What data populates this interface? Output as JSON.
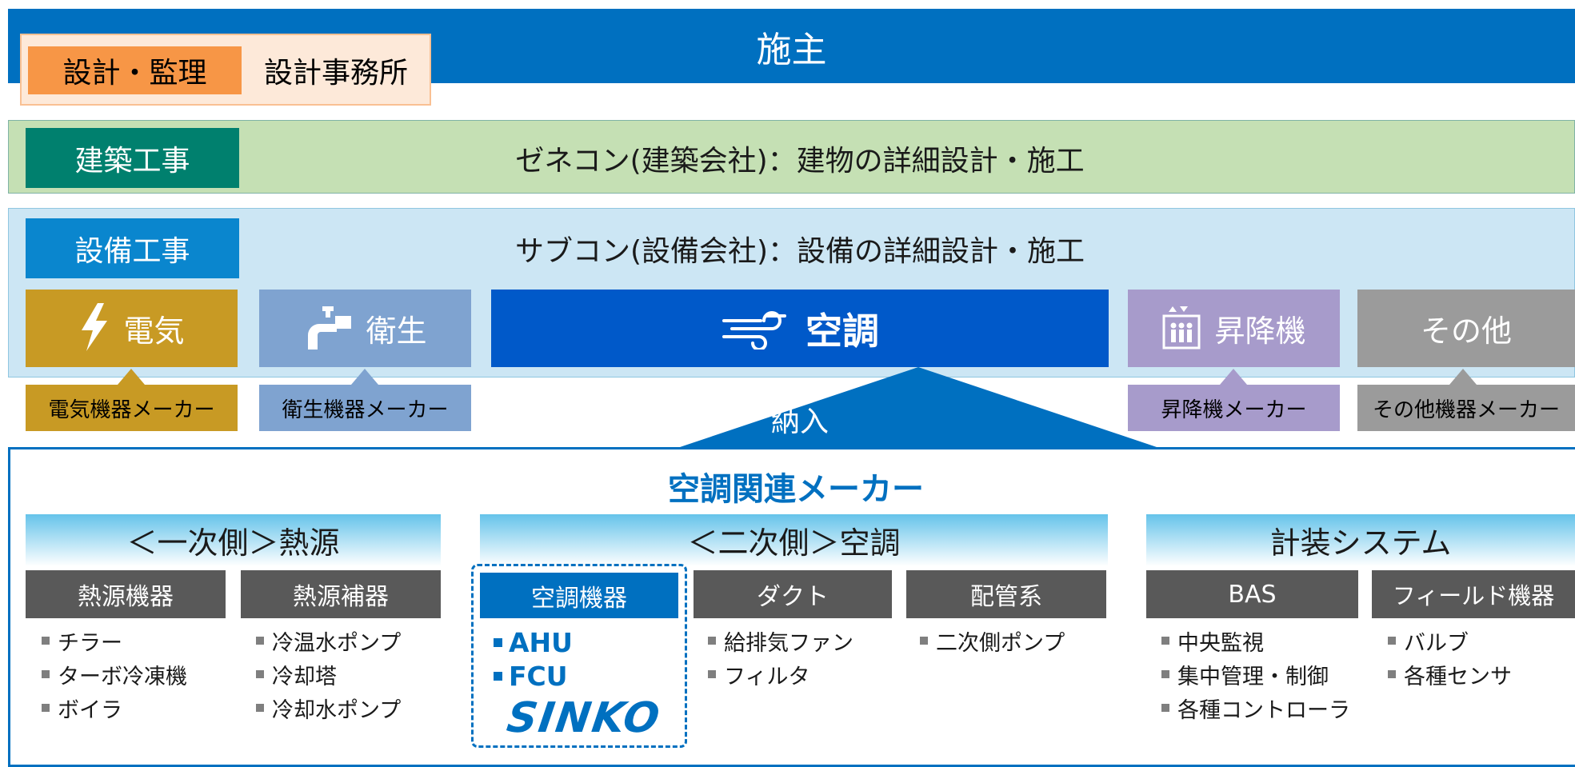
{
  "owner": {
    "title": "施主"
  },
  "design": {
    "label": "設計・監理",
    "office": "設計事務所"
  },
  "architecture": {
    "label": "建築工事",
    "text": "ゼネコン(建築会社)：建物の詳細設計・施工"
  },
  "equipment": {
    "label": "設備工事",
    "text": "サブコン(設備会社)：設備の詳細設計・施工"
  },
  "categories": {
    "electric": {
      "label": "電気",
      "icon": "lightning-icon",
      "color": "#C89A24",
      "maker": "電気機器メーカー"
    },
    "sanitary": {
      "label": "衛生",
      "icon": "faucet-icon",
      "color": "#7FA3D0",
      "maker": "衛生機器メーカー"
    },
    "hvac": {
      "label": "空調",
      "icon": "wind-icon",
      "color": "#0059C9"
    },
    "elevator": {
      "label": "昇降機",
      "icon": "elevator-icon",
      "color": "#A79BCB",
      "maker": "昇降機メーカー"
    },
    "other": {
      "label": "その他",
      "color": "#9B9B9B",
      "maker": "その他機器メーカー"
    }
  },
  "delivery": "納入",
  "makers": {
    "title": "空調関連メーカー",
    "primary": {
      "header": "＜一次側＞熱源",
      "cols": [
        {
          "header": "熱源機器",
          "items": [
            "チラー",
            "ターボ冷凍機",
            "ボイラ"
          ]
        },
        {
          "header": "熱源補器",
          "items": [
            "冷温水ポンプ",
            "冷却塔",
            "冷却水ポンプ"
          ]
        }
      ]
    },
    "secondary": {
      "header": "＜二次側＞空調",
      "cols": [
        {
          "header": "空調機器",
          "items": [
            "AHU",
            "FCU"
          ],
          "brand": "SINKO"
        },
        {
          "header": "ダクト",
          "items": [
            "給排気ファン",
            "フィルタ"
          ]
        },
        {
          "header": "配管系",
          "items": [
            "二次側ポンプ"
          ]
        }
      ]
    },
    "instrumentation": {
      "header": "計装システム",
      "cols": [
        {
          "header": "BAS",
          "items": [
            "中央監視",
            "集中管理・制御",
            "各種コントローラ"
          ]
        },
        {
          "header": "フィールド機器",
          "items": [
            "バルブ",
            "各種センサ"
          ]
        }
      ]
    }
  }
}
